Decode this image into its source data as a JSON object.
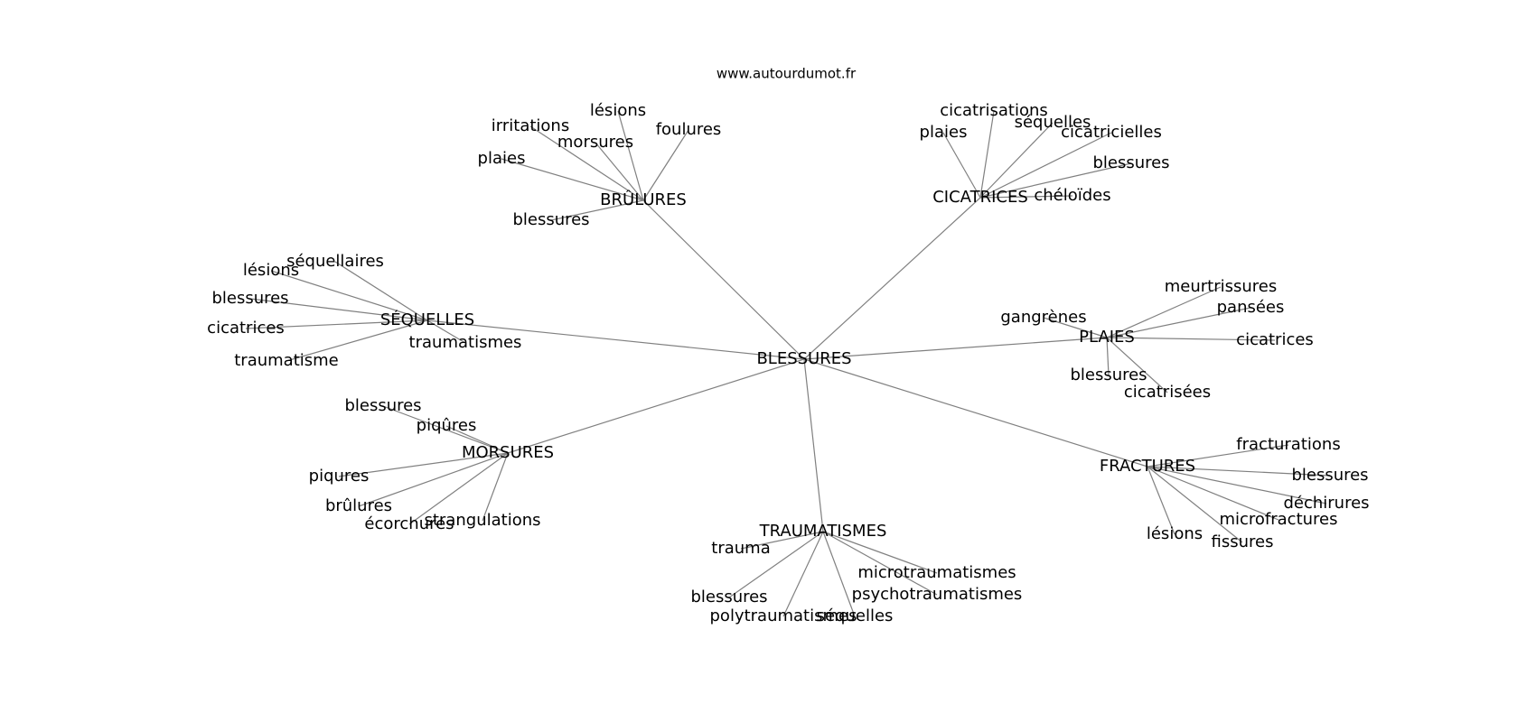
{
  "site": "www.autourdumot.fr",
  "graph": {
    "root": "BLESSURES",
    "clusters": [
      {
        "hub": "BRÛLURES",
        "words": [
          "lésions",
          "irritations",
          "foulures",
          "morsures",
          "plaies",
          "blessures"
        ]
      },
      {
        "hub": "CICATRICES",
        "words": [
          "cicatrisations",
          "plaies",
          "séquelles",
          "cicatricielles",
          "blessures",
          "chéloïdes"
        ]
      },
      {
        "hub": "SÉQUELLES",
        "words": [
          "séquellaires",
          "lésions",
          "blessures",
          "cicatrices",
          "traumatisme",
          "traumatismes"
        ]
      },
      {
        "hub": "PLAIES",
        "words": [
          "meurtrissures",
          "gangrènes",
          "pansées",
          "cicatrices",
          "blessures",
          "cicatrisées"
        ]
      },
      {
        "hub": "MORSURES",
        "words": [
          "blessures",
          "piqûres",
          "piqures",
          "brûlures",
          "écorchures",
          "strangulations"
        ]
      },
      {
        "hub": "FRACTURES",
        "words": [
          "fracturations",
          "blessures",
          "déchirures",
          "microfractures",
          "lésions",
          "fissures"
        ]
      },
      {
        "hub": "TRAUMATISMES",
        "words": [
          "trauma",
          "microtraumatismes",
          "psychotraumatismes",
          "blessures",
          "polytraumatismes",
          "séquelles"
        ]
      }
    ]
  }
}
